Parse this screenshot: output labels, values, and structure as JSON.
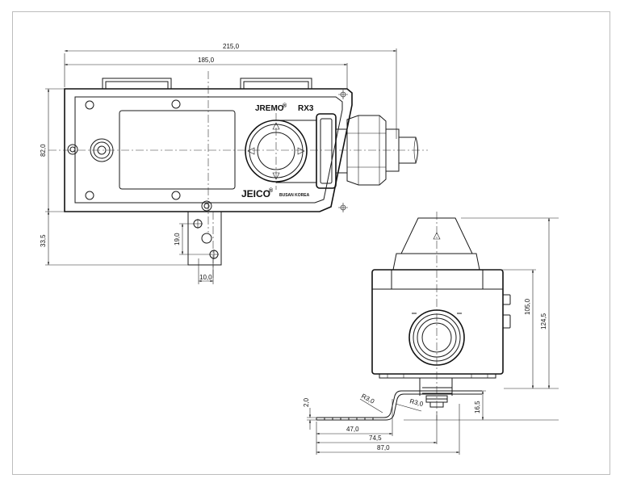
{
  "labels": {
    "brand_model": "JREMO",
    "brand_mark": "®",
    "model_code": "RX3",
    "maker": "JEICO",
    "maker_mark": "®",
    "maker_location": "BUSAN KOREA"
  },
  "dimensions": {
    "overall_length": "215,0",
    "body_length": "185,0",
    "body_height": "82,0",
    "bracket_depth": "33,5",
    "bracket_hole_spacing": "19,0",
    "bracket_width": "10,0",
    "side_body_height": "105,0",
    "side_total_height": "124,5",
    "bracket_rise": "16,5",
    "plate_thickness": "2,0",
    "bend_radius_outer": "R3,0",
    "bend_radius_inner": "R3,0",
    "bracket_len_1": "47,0",
    "bracket_len_2": "74,5",
    "bracket_len_3": "87,0"
  }
}
